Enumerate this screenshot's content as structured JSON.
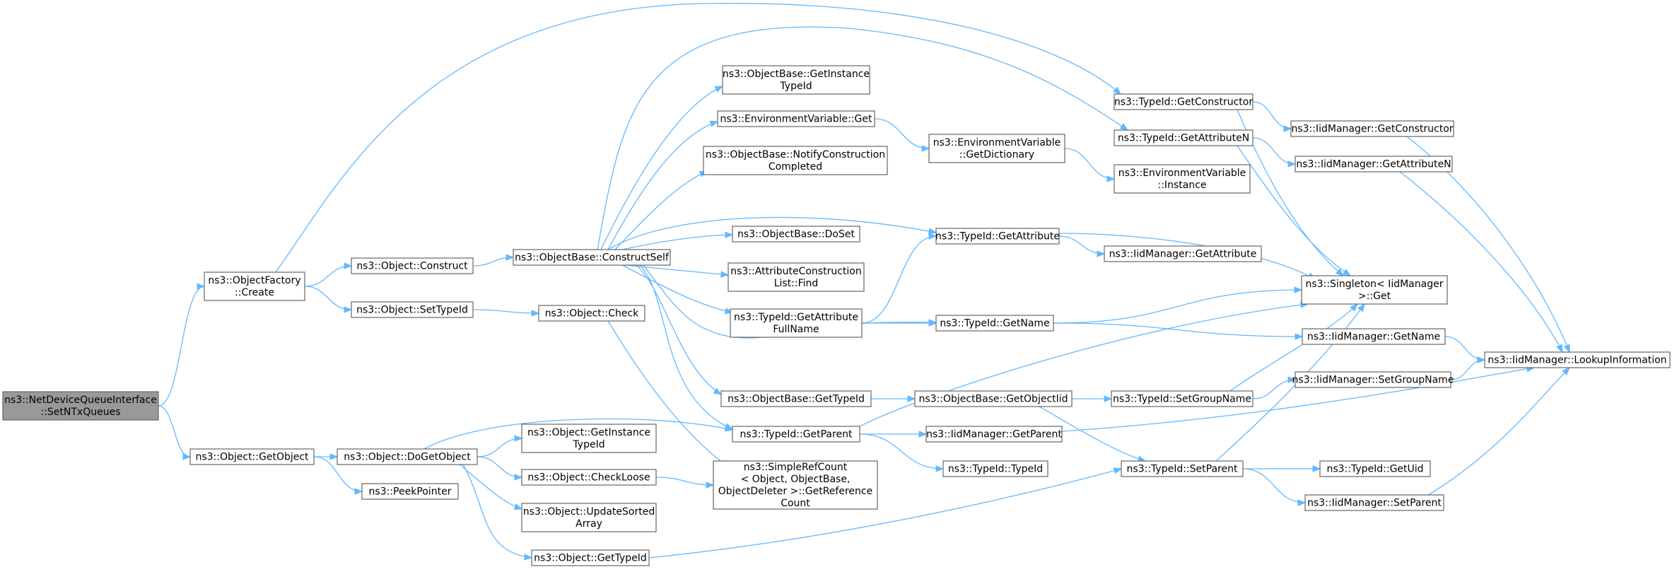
{
  "diagram": {
    "nodes": [
      {
        "id": "setntx",
        "lines": [
          "ns3::NetDeviceQueueInterface",
          "::SetNTxQueues"
        ],
        "root": true
      },
      {
        "id": "factory_create",
        "lines": [
          "ns3::ObjectFactory",
          "::Create"
        ]
      },
      {
        "id": "obj_getobject",
        "lines": [
          "ns3::Object::GetObject"
        ]
      },
      {
        "id": "obj_construct",
        "lines": [
          "ns3::Object::Construct"
        ]
      },
      {
        "id": "obj_settypeid",
        "lines": [
          "ns3::Object::SetTypeId"
        ]
      },
      {
        "id": "obj_dogetobject",
        "lines": [
          "ns3::Object::DoGetObject"
        ]
      },
      {
        "id": "peekpointer",
        "lines": [
          "ns3::PeekPointer"
        ]
      },
      {
        "id": "ob_constructself",
        "lines": [
          "ns3::ObjectBase::ConstructSelf"
        ]
      },
      {
        "id": "obj_check",
        "lines": [
          "ns3::Object::Check"
        ]
      },
      {
        "id": "obj_getinstancetypeid",
        "lines": [
          "ns3::Object::GetInstance",
          "TypeId"
        ]
      },
      {
        "id": "obj_checkloose",
        "lines": [
          "ns3::Object::CheckLoose"
        ]
      },
      {
        "id": "obj_updatesorted",
        "lines": [
          "ns3::Object::UpdateSorted",
          "Array"
        ]
      },
      {
        "id": "obj_gettypeid",
        "lines": [
          "ns3::Object::GetTypeId"
        ]
      },
      {
        "id": "ob_getinstancetypeid",
        "lines": [
          "ns3::ObjectBase::GetInstance",
          "TypeId"
        ]
      },
      {
        "id": "env_get",
        "lines": [
          "ns3::EnvironmentVariable::Get"
        ]
      },
      {
        "id": "ob_notify",
        "lines": [
          "ns3::ObjectBase::NotifyConstruction",
          "Completed"
        ]
      },
      {
        "id": "ob_doset",
        "lines": [
          "ns3::ObjectBase::DoSet"
        ]
      },
      {
        "id": "acl_find",
        "lines": [
          "ns3::AttributeConstruction",
          "List::Find"
        ]
      },
      {
        "id": "tid_getattrfullname",
        "lines": [
          "ns3::TypeId::GetAttribute",
          "FullName"
        ]
      },
      {
        "id": "ob_gettypeid",
        "lines": [
          "ns3::ObjectBase::GetTypeId"
        ]
      },
      {
        "id": "tid_getparent",
        "lines": [
          "ns3::TypeId::GetParent"
        ]
      },
      {
        "id": "simplerefcount",
        "lines": [
          "ns3::SimpleRefCount",
          "< Object, ObjectBase,",
          "ObjectDeleter >::GetReference",
          "Count"
        ]
      },
      {
        "id": "env_getdict",
        "lines": [
          "ns3::EnvironmentVariable",
          "::GetDictionary"
        ]
      },
      {
        "id": "tid_getattribute",
        "lines": [
          "ns3::TypeId::GetAttribute"
        ]
      },
      {
        "id": "tid_getname",
        "lines": [
          "ns3::TypeId::GetName"
        ]
      },
      {
        "id": "ob_getobjectiid",
        "lines": [
          "ns3::ObjectBase::GetObjectIid"
        ]
      },
      {
        "id": "iid_getparent",
        "lines": [
          "ns3::IidManager::GetParent"
        ]
      },
      {
        "id": "tid_typeid",
        "lines": [
          "ns3::TypeId::TypeId"
        ]
      },
      {
        "id": "tid_getconstructor",
        "lines": [
          "ns3::TypeId::GetConstructor"
        ]
      },
      {
        "id": "tid_getattributen",
        "lines": [
          "ns3::TypeId::GetAttributeN"
        ]
      },
      {
        "id": "env_instance",
        "lines": [
          "ns3::EnvironmentVariable",
          "::Instance"
        ]
      },
      {
        "id": "iid_getattribute",
        "lines": [
          "ns3::IidManager::GetAttribute"
        ]
      },
      {
        "id": "tid_setgroupname",
        "lines": [
          "ns3::TypeId::SetGroupName"
        ]
      },
      {
        "id": "tid_setparent",
        "lines": [
          "ns3::TypeId::SetParent"
        ]
      },
      {
        "id": "iid_getconstructor",
        "lines": [
          "ns3::IidManager::GetConstructor"
        ]
      },
      {
        "id": "iid_getattributen",
        "lines": [
          "ns3::IidManager::GetAttributeN"
        ]
      },
      {
        "id": "singleton_get",
        "lines": [
          "ns3::Singleton< IidManager",
          " >::Get"
        ]
      },
      {
        "id": "iid_getname",
        "lines": [
          "ns3::IidManager::GetName"
        ]
      },
      {
        "id": "iid_setgroupname",
        "lines": [
          "ns3::IidManager::SetGroupName"
        ]
      },
      {
        "id": "tid_getuid",
        "lines": [
          "ns3::TypeId::GetUid"
        ]
      },
      {
        "id": "iid_setparent",
        "lines": [
          "ns3::IidManager::SetParent"
        ]
      },
      {
        "id": "iid_lookup",
        "lines": [
          "ns3::IidManager::LookupInformation"
        ]
      }
    ],
    "edges": [
      [
        "setntx",
        "factory_create"
      ],
      [
        "setntx",
        "obj_getobject"
      ],
      [
        "factory_create",
        "obj_construct"
      ],
      [
        "factory_create",
        "obj_settypeid"
      ],
      [
        "factory_create",
        "tid_getconstructor"
      ],
      [
        "obj_construct",
        "ob_constructself"
      ],
      [
        "obj_settypeid",
        "obj_check"
      ],
      [
        "obj_check",
        "simplerefcount"
      ],
      [
        "obj_getobject",
        "obj_dogetobject"
      ],
      [
        "obj_getobject",
        "peekpointer"
      ],
      [
        "obj_dogetobject",
        "obj_getinstancetypeid"
      ],
      [
        "obj_dogetobject",
        "obj_checkloose"
      ],
      [
        "obj_dogetobject",
        "obj_updatesorted"
      ],
      [
        "obj_dogetobject",
        "obj_gettypeid"
      ],
      [
        "obj_dogetobject",
        "tid_getparent"
      ],
      [
        "obj_checkloose",
        "simplerefcount"
      ],
      [
        "obj_gettypeid",
        "tid_setparent"
      ],
      [
        "ob_constructself",
        "ob_getinstancetypeid"
      ],
      [
        "ob_constructself",
        "env_get"
      ],
      [
        "ob_constructself",
        "ob_notify"
      ],
      [
        "ob_constructself",
        "ob_doset"
      ],
      [
        "ob_constructself",
        "acl_find"
      ],
      [
        "ob_constructself",
        "tid_getattrfullname"
      ],
      [
        "ob_constructself",
        "ob_gettypeid"
      ],
      [
        "ob_constructself",
        "tid_getparent"
      ],
      [
        "ob_constructself",
        "tid_getattribute"
      ],
      [
        "ob_constructself",
        "tid_getname"
      ],
      [
        "ob_constructself",
        "tid_getattributen"
      ],
      [
        "env_get",
        "env_getdict"
      ],
      [
        "env_getdict",
        "env_instance"
      ],
      [
        "tid_getattrfullname",
        "tid_getattribute"
      ],
      [
        "tid_getattrfullname",
        "tid_getname"
      ],
      [
        "ob_gettypeid",
        "ob_getobjectiid"
      ],
      [
        "tid_getparent",
        "iid_getparent"
      ],
      [
        "tid_getparent",
        "tid_typeid"
      ],
      [
        "tid_getparent",
        "singleton_get"
      ],
      [
        "tid_getattribute",
        "iid_getattribute"
      ],
      [
        "tid_getattribute",
        "singleton_get"
      ],
      [
        "tid_getname",
        "singleton_get"
      ],
      [
        "tid_getname",
        "iid_getname"
      ],
      [
        "ob_getobjectiid",
        "tid_setgroupname"
      ],
      [
        "ob_getobjectiid",
        "tid_setparent"
      ],
      [
        "iid_getparent",
        "iid_lookup"
      ],
      [
        "tid_getconstructor",
        "iid_getconstructor"
      ],
      [
        "tid_getconstructor",
        "singleton_get"
      ],
      [
        "tid_getattributen",
        "iid_getattributen"
      ],
      [
        "tid_getattributen",
        "singleton_get"
      ],
      [
        "tid_setgroupname",
        "singleton_get"
      ],
      [
        "tid_setgroupname",
        "iid_setgroupname"
      ],
      [
        "tid_setparent",
        "singleton_get"
      ],
      [
        "tid_setparent",
        "tid_getuid"
      ],
      [
        "tid_setparent",
        "iid_setparent"
      ],
      [
        "iid_getconstructor",
        "iid_lookup"
      ],
      [
        "iid_getattributen",
        "iid_lookup"
      ],
      [
        "iid_getname",
        "iid_lookup"
      ],
      [
        "iid_setgroupname",
        "iid_lookup"
      ],
      [
        "iid_setparent",
        "iid_lookup"
      ]
    ],
    "colors": {
      "edge": "#63b8ff",
      "node_border": "#666666",
      "node_fill": "#ffffff",
      "root_fill": "#999999"
    }
  }
}
